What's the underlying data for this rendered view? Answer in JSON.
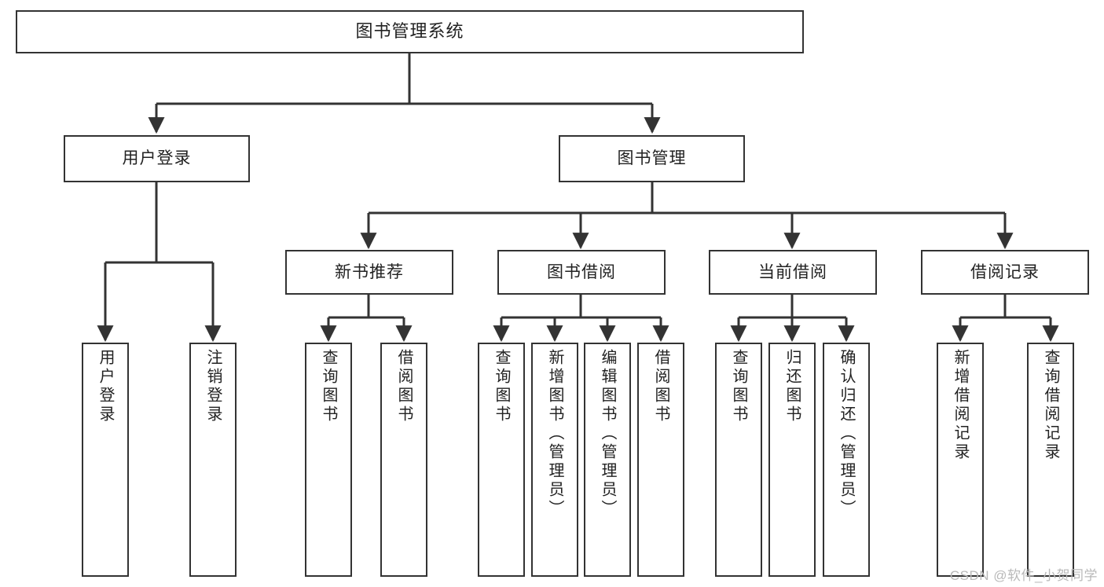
{
  "diagram": {
    "title": "图书管理系统",
    "type": "tree",
    "orientation": "top-down",
    "colors": {
      "background": "#ffffff",
      "node_border": "#333333",
      "node_fill": "#ffffff",
      "edge": "#333333",
      "text": "#222222",
      "watermark": "#b9b9b9"
    }
  },
  "watermark": {
    "text": "CSDN @软件_小贺同学"
  },
  "nodes": {
    "root": {
      "label": "图书管理系统"
    },
    "level1": [
      {
        "id": "user-login",
        "label": "用户登录"
      },
      {
        "id": "book-manage",
        "label": "图书管理"
      }
    ],
    "level2": [
      {
        "id": "new-book-rec",
        "label": "新书推荐"
      },
      {
        "id": "book-borrow",
        "label": "图书借阅"
      },
      {
        "id": "current-borrow",
        "label": "当前借阅"
      },
      {
        "id": "borrow-record",
        "label": "借阅记录"
      }
    ],
    "leaves": {
      "user-login": [
        {
          "id": "leaf-user-login",
          "label": "用户登录"
        },
        {
          "id": "leaf-user-logout",
          "label": "注销登录"
        }
      ],
      "new-book-rec": [
        {
          "id": "leaf-query-book-1",
          "label": "查询图书"
        },
        {
          "id": "leaf-borrow-book-1",
          "label": "借阅图书"
        }
      ],
      "book-borrow": [
        {
          "id": "leaf-query-book-2",
          "label": "查询图书"
        },
        {
          "id": "leaf-add-book",
          "label": "新增图书（管理员）"
        },
        {
          "id": "leaf-edit-book",
          "label": "编辑图书（管理员）"
        },
        {
          "id": "leaf-borrow-book-2",
          "label": "借阅图书"
        }
      ],
      "current-borrow": [
        {
          "id": "leaf-query-book-3",
          "label": "查询图书"
        },
        {
          "id": "leaf-return-book",
          "label": "归还图书"
        },
        {
          "id": "leaf-confirm-return",
          "label": "确认归还（管理员）"
        }
      ],
      "borrow-record": [
        {
          "id": "leaf-add-record",
          "label": "新增借阅记录"
        },
        {
          "id": "leaf-query-record",
          "label": "查询借阅记录"
        }
      ]
    }
  },
  "edges": [
    {
      "from": "图书管理系统",
      "to": "用户登录"
    },
    {
      "from": "图书管理系统",
      "to": "图书管理"
    },
    {
      "from": "用户登录",
      "to": "用户登录"
    },
    {
      "from": "用户登录",
      "to": "注销登录"
    },
    {
      "from": "图书管理",
      "to": "新书推荐"
    },
    {
      "from": "图书管理",
      "to": "图书借阅"
    },
    {
      "from": "图书管理",
      "to": "当前借阅"
    },
    {
      "from": "图书管理",
      "to": "借阅记录"
    },
    {
      "from": "新书推荐",
      "to": "查询图书"
    },
    {
      "from": "新书推荐",
      "to": "借阅图书"
    },
    {
      "from": "图书借阅",
      "to": "查询图书"
    },
    {
      "from": "图书借阅",
      "to": "新增图书（管理员）"
    },
    {
      "from": "图书借阅",
      "to": "编辑图书（管理员）"
    },
    {
      "from": "图书借阅",
      "to": "借阅图书"
    },
    {
      "from": "当前借阅",
      "to": "查询图书"
    },
    {
      "from": "当前借阅",
      "to": "归还图书"
    },
    {
      "from": "当前借阅",
      "to": "确认归还（管理员）"
    },
    {
      "from": "借阅记录",
      "to": "新增借阅记录"
    },
    {
      "from": "借阅记录",
      "to": "查询借阅记录"
    }
  ]
}
